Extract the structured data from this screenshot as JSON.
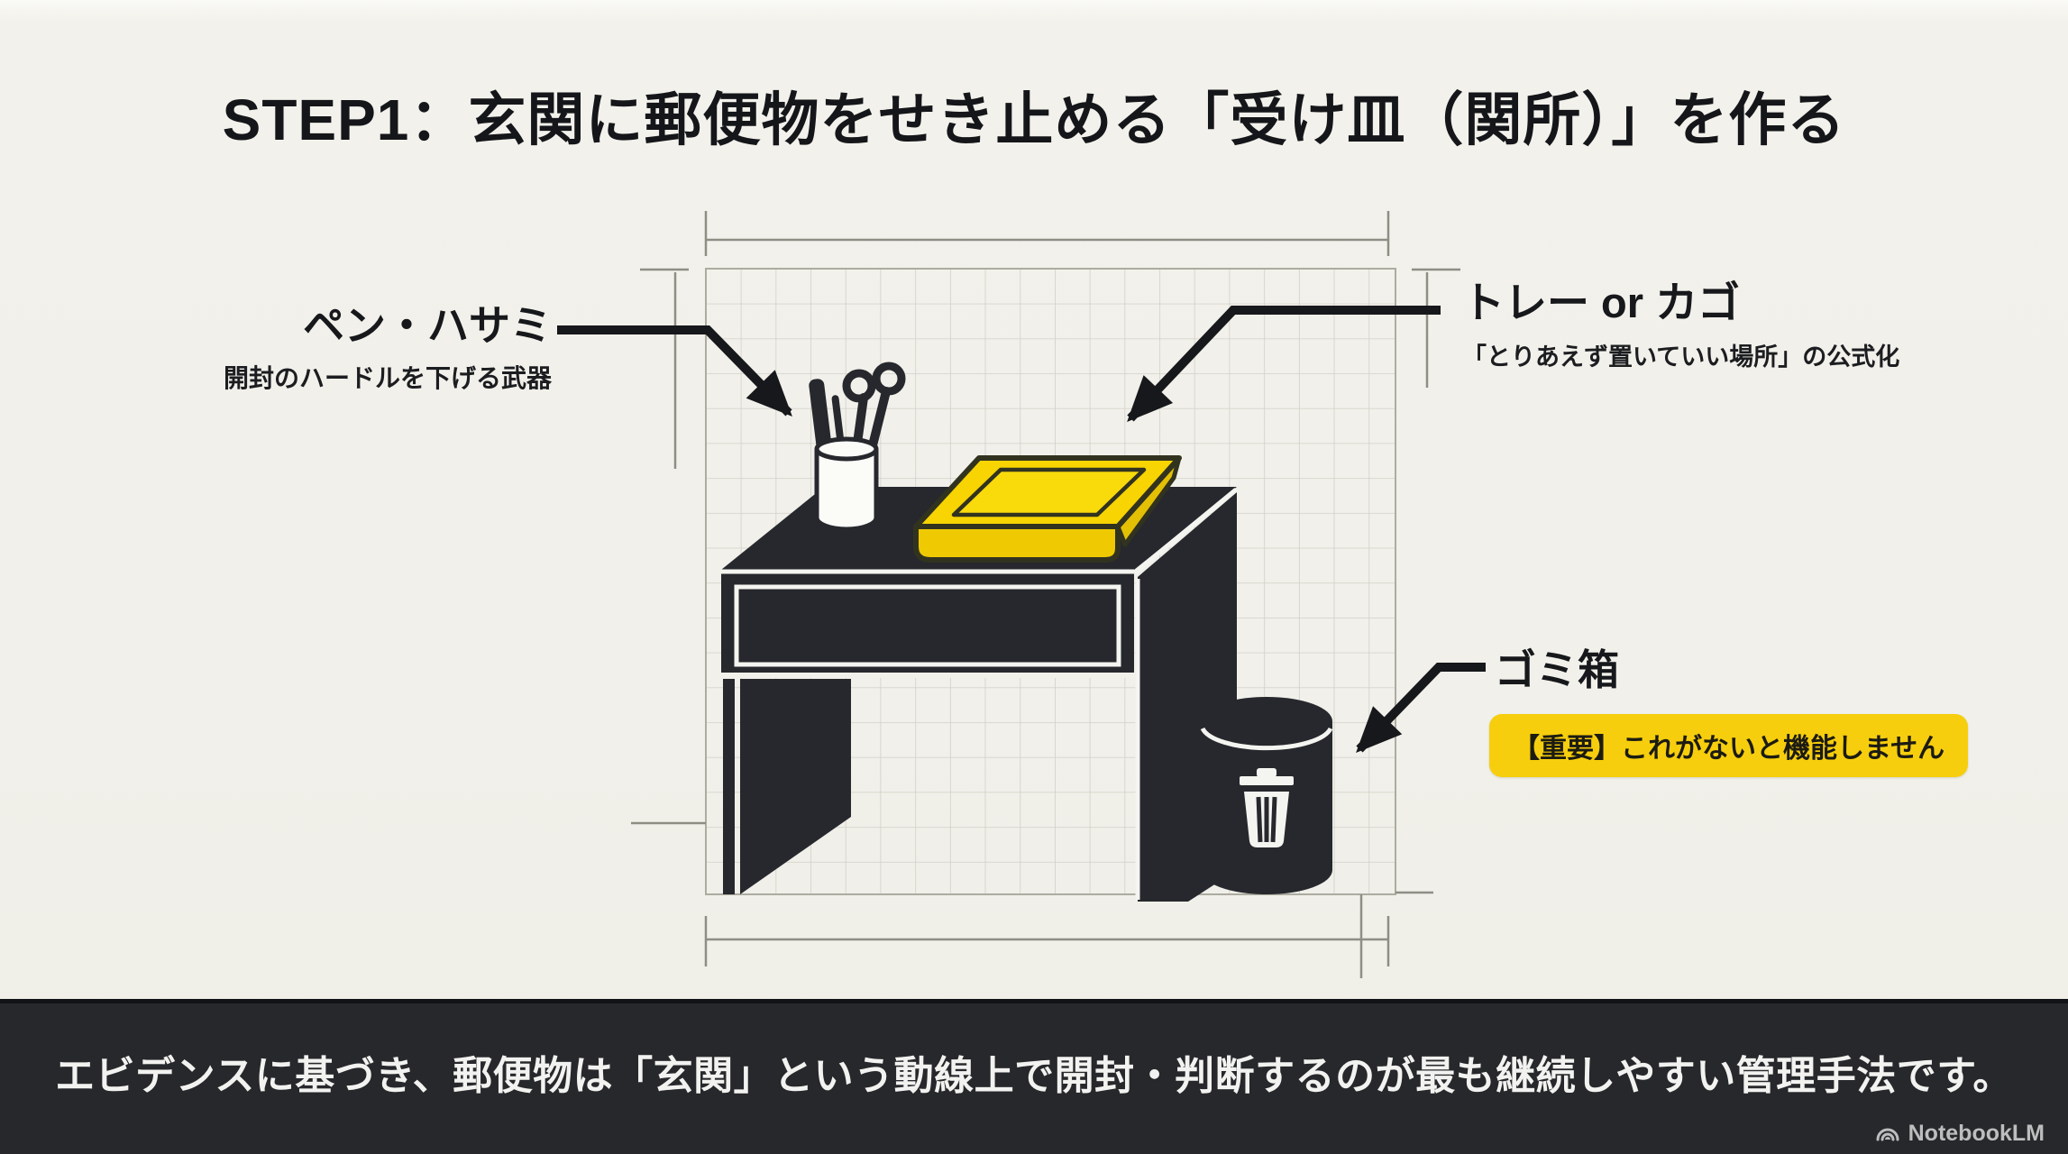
{
  "slide": {
    "title": "STEP1：玄関に郵便物をせき止める「受け皿（関所）」を作る"
  },
  "callouts": {
    "pen": {
      "title": "ペン・ハサミ",
      "subtitle": "開封のハードルを下げる武器"
    },
    "tray": {
      "title": "トレー or カゴ",
      "subtitle": "「とりあえず置いていい場所」の公式化"
    },
    "trash": {
      "title": "ゴミ箱",
      "badge": "【重要】これがないと機能しません"
    }
  },
  "footer": {
    "message": "エビデンスに基づき、郵便物は「玄関」という動線上で開封・判断するのが最も継続しやすい管理手法です。",
    "brand": "NotebookLM"
  },
  "icons": {
    "pen": "pen-icon",
    "scissors": "scissors-icon",
    "trash": "trash-can-icon",
    "brand": "notebooklm-logo-icon"
  },
  "colors": {
    "background": "#f1f0ea",
    "ink": "#26282d",
    "arrow": "#17181b",
    "tray_yellow": "#f7d402",
    "badge_yellow": "#f6ce0d",
    "footer_background": "#26282b",
    "footer_text": "#f2f2f0",
    "grid_line": "#c6c5ba"
  }
}
